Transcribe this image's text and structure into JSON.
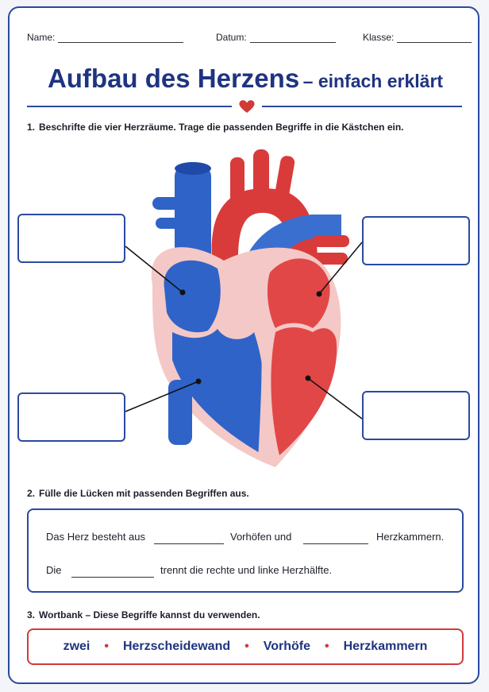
{
  "header": {
    "name_label": "Name:",
    "date_label": "Datum:",
    "class_label": "Klasse:"
  },
  "title": {
    "main": "Aufbau des Herzens",
    "sub": "– einfach erklärt"
  },
  "colors": {
    "accent": "#2b4aa0",
    "title": "#1f3480",
    "heart": "#d23a3a",
    "vein_blue": "#2f63c8",
    "artery_red": "#d93b3b"
  },
  "task1": {
    "number": "1.",
    "text": "Beschrifte die vier Herzräume. Trage die passenden Begriffe in die Kästchen ein."
  },
  "task2": {
    "number": "2.",
    "text": "Fülle die Lücken mit passenden Begriffen aus.",
    "line1_a": "Das Herz besteht aus",
    "line1_b": "Vorhöfen und",
    "line1_c": "Herzkammern.",
    "line2_a": "Die",
    "line2_b": "trennt die rechte und linke Herzhälfte."
  },
  "task3": {
    "number": "3.",
    "text": "Wortbank – Diese Begriffe kannst du verwenden.",
    "words": [
      "zwei",
      "Herzscheidewand",
      "Vorhöfe",
      "Herzkammern"
    ],
    "separator": "•"
  }
}
